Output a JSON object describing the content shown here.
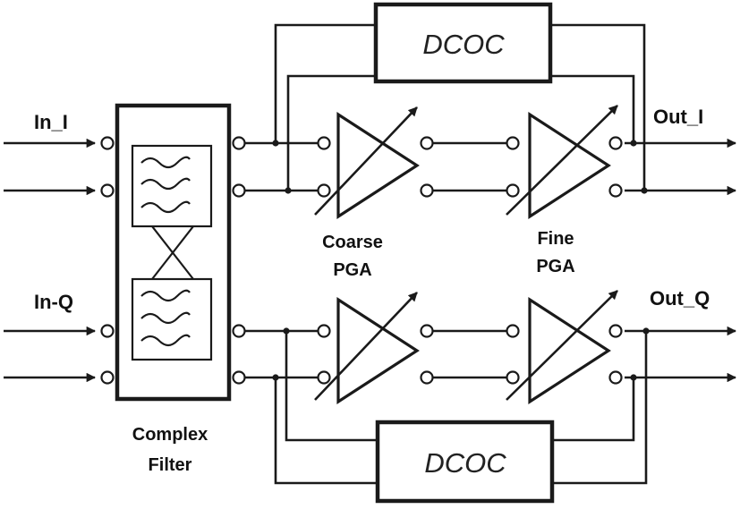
{
  "inputs": {
    "in_i": "In_I",
    "in_q": "In-Q"
  },
  "outputs": {
    "out_i": "Out_I",
    "out_q": "Out_Q"
  },
  "blocks": {
    "dcoc_top": "DCOC",
    "dcoc_bottom": "DCOC",
    "complex_filter": [
      "Complex",
      "Filter"
    ],
    "coarse_pga": [
      "Coarse",
      "PGA"
    ],
    "fine_pga": [
      "Fine",
      "PGA"
    ]
  }
}
